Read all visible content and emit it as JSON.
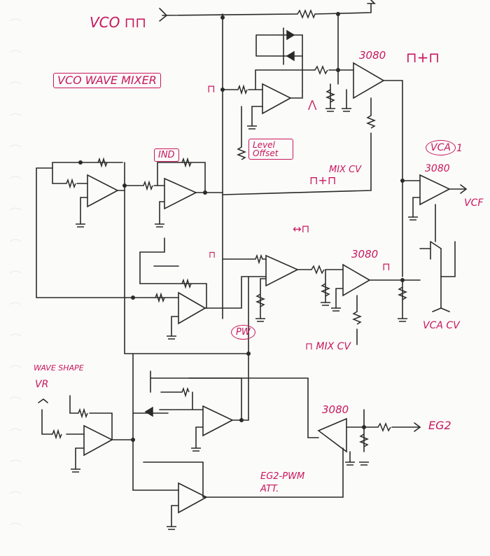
{
  "labels": {
    "vco_in": "VCO ⊓⊓",
    "waveshape_mixer": "VCO WAVE MIXER",
    "saw_node": "⊓",
    "tri_node": "⋀",
    "level_offset": "Level Offset",
    "ota_top": "3080",
    "mixed_out": "⊓+⊓",
    "mix_cv": "MIX CV",
    "mix_cv_sum": "⊓+⊓",
    "ind": "IND",
    "vca": "VCA",
    "vca_num": "1",
    "ota_vca": "3080",
    "vcf_out": "VCF",
    "pulse_node": "⊓",
    "pwm_symbol": "↔⊓",
    "ota_pulse": "3080",
    "pulse_out": "⊓",
    "vca_cv": "VCA CV",
    "pw": "PW",
    "pulse_mix_cv": "⊓ MIX CV",
    "wave_shape": "WAVE SHAPE",
    "var_r": "VR",
    "ota_pwm": "3080",
    "eg2": "EG2",
    "eg2_pwm_att": "EG2-PWM ATT."
  },
  "colors": {
    "ink": "#2a2a2a",
    "annotation": "#c8175d",
    "paper": "#fbfbf9",
    "rule": "#e6e9ee"
  }
}
